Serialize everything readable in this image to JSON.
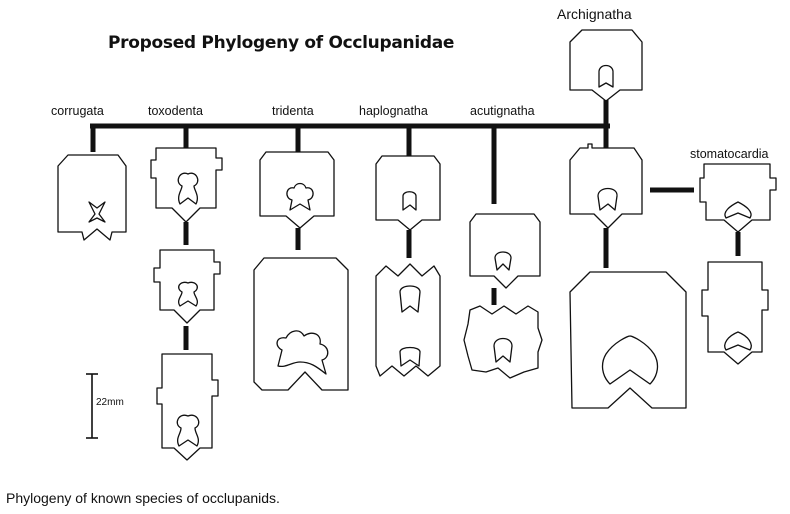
{
  "title": "Proposed Phylogeny of Occlupanidae",
  "caption": "Phylogeny of known species of occlupanids.",
  "scale_label": "22mm",
  "labels": {
    "archignatha": "Archignatha",
    "corrugata": "corrugata",
    "toxodenta": "toxodenta",
    "tridenta": "tridenta",
    "haplognatha": "haplognatha",
    "acutignatha": "acutignatha",
    "stomatocardia": "stomatocardia"
  },
  "colors": {
    "line": "#111111",
    "background": "#ffffff"
  }
}
